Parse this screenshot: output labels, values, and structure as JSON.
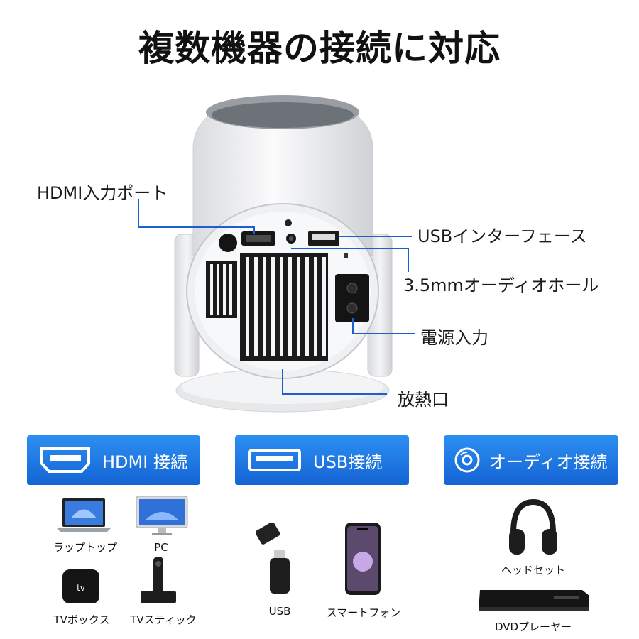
{
  "title": "複数機器の接続に対応",
  "callouts": {
    "hdmi_port": "HDMI入力ポート",
    "usb_interface": "USBインターフェース",
    "audio_hole": "3.5mmオーディオホール",
    "power_input": "電源入力",
    "heat_vent": "放熱口"
  },
  "badges": {
    "hdmi": "HDMI 接続",
    "usb": "USB接続",
    "audio": "オーディオ接続"
  },
  "devices": {
    "laptop": "ラップトップ",
    "pc": "PC",
    "tv_box": "TVボックス",
    "tv_stick": "TVスティック",
    "usb_drive": "USB",
    "smartphone": "スマートフォン",
    "headphones": "ヘッドセット",
    "dvd_player": "DVDプレーヤー"
  },
  "colors": {
    "accent": "#1c6fe0",
    "line": "#1c5fd0"
  }
}
